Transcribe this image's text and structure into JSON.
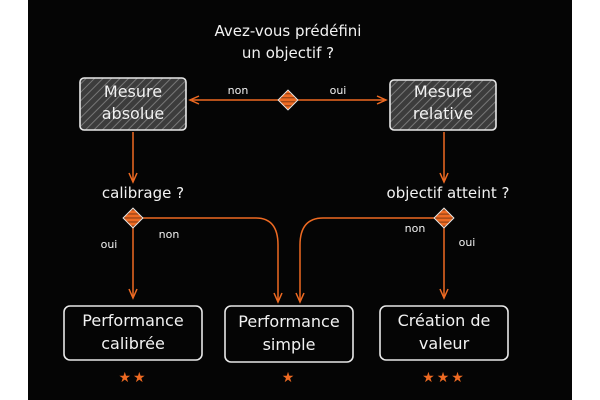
{
  "question_top": [
    "Avez-vous prédéfini",
    "un objectif ?"
  ],
  "node_absolute": [
    "Mesure",
    "absolue"
  ],
  "node_relative": [
    "Mesure",
    "relative"
  ],
  "edge_non_top": "non",
  "edge_oui_top": "oui",
  "question_left": "calibrage ?",
  "question_right": "objectif atteint ?",
  "left_oui": "oui",
  "left_non": "non",
  "right_non": "non",
  "right_oui": "oui",
  "result_calibrated": [
    "Performance",
    "calibrée"
  ],
  "result_simple": [
    "Performance",
    "simple"
  ],
  "result_value": [
    "Création de",
    "valeur"
  ],
  "stars_calibrated": "★★",
  "stars_simple": "★",
  "stars_value": "★★★",
  "colors": {
    "accent": "#ee6a22",
    "background": "#050505",
    "text": "#f2f2f2",
    "node_fill": "#4a4a4a"
  }
}
